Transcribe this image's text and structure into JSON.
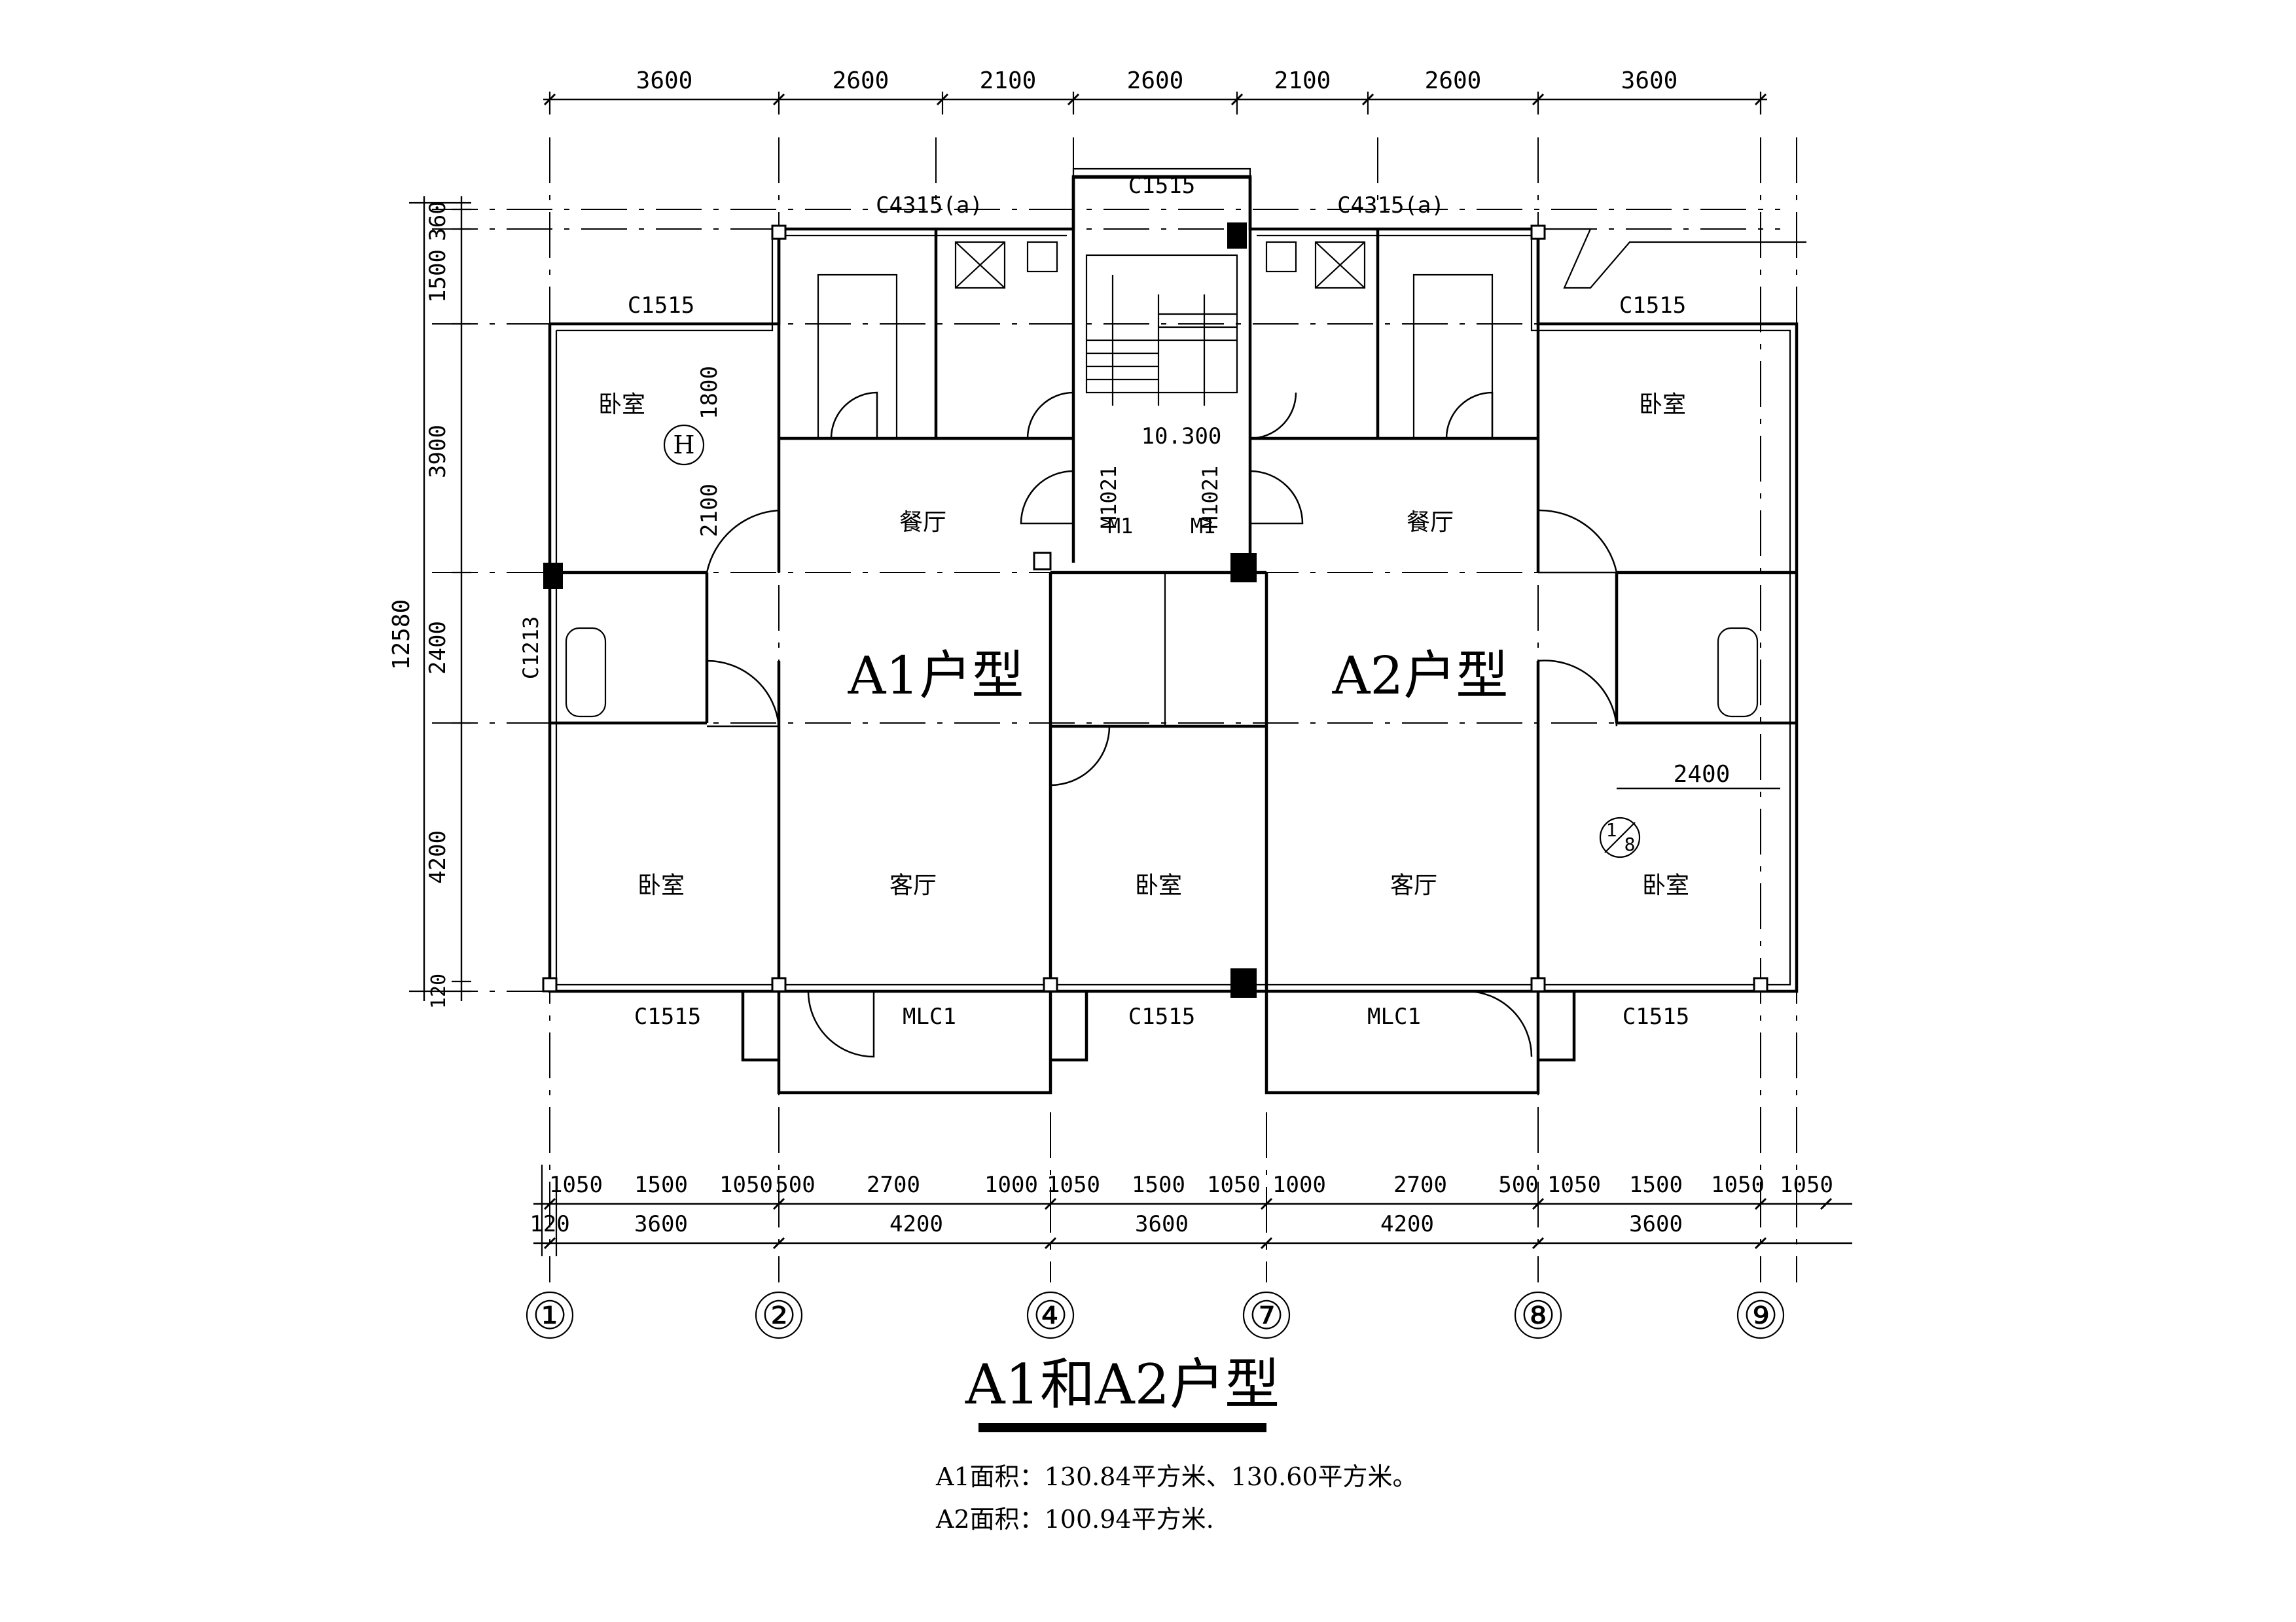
{
  "dimensions": {
    "top": [
      "3600",
      "2600",
      "2100",
      "2600",
      "2100",
      "2600",
      "3600"
    ],
    "left": [
      "360",
      "1500",
      "1800",
      "2100",
      "3900",
      "2400",
      "4200",
      "120"
    ],
    "left_total": "12580",
    "bottom_detail": [
      "1050",
      "1500",
      "1050",
      "500",
      "2700",
      "1000",
      "1050",
      "1500",
      "1050",
      "1000",
      "2700",
      "500",
      "1050",
      "1500",
      "1050",
      "1050"
    ],
    "bottom_main": [
      "120",
      "3600",
      "4200",
      "3600",
      "4200",
      "3600"
    ],
    "right_bay": "2400"
  },
  "axes": [
    "①",
    "②",
    "④",
    "⑦",
    "⑧",
    "⑨"
  ],
  "grid_bubble": "H",
  "detail_ref": {
    "num": "1",
    "den": "8"
  },
  "windows": {
    "c4315_left": "C4315(a)",
    "c4315_right": "C4315(a)",
    "c1515_stair": "C1515",
    "c1515_tl": "C1515",
    "c1515_tr": "C1515",
    "c1213": "C1213",
    "c1515_b1": "C1515",
    "mlc1_b1": "MLC1",
    "c1515_b2": "C1515",
    "mlc1_b2": "MLC1",
    "c1515_b3": "C1515"
  },
  "doors": {
    "m1021_l": "M1021",
    "m1021_r": "M1021",
    "m1_l": "M1",
    "m1_r": "M1"
  },
  "elevation": "10.300",
  "rooms": {
    "bedroom_tl": "卧室",
    "dining_l": "餐厅",
    "dining_r": "餐厅",
    "bedroom_tr": "卧室",
    "bedroom_bl": "卧室",
    "living_l": "客厅",
    "bedroom_bm": "卧室",
    "living_r": "客厅",
    "bedroom_br": "卧室"
  },
  "unit_labels": {
    "a1": "A1户型",
    "a2": "A2户型"
  },
  "title": "A1和A2户型",
  "notes": {
    "a1": "A1面积：130.84平方米、130.60平方米。",
    "a2": "A2面积：100.94平方米."
  }
}
